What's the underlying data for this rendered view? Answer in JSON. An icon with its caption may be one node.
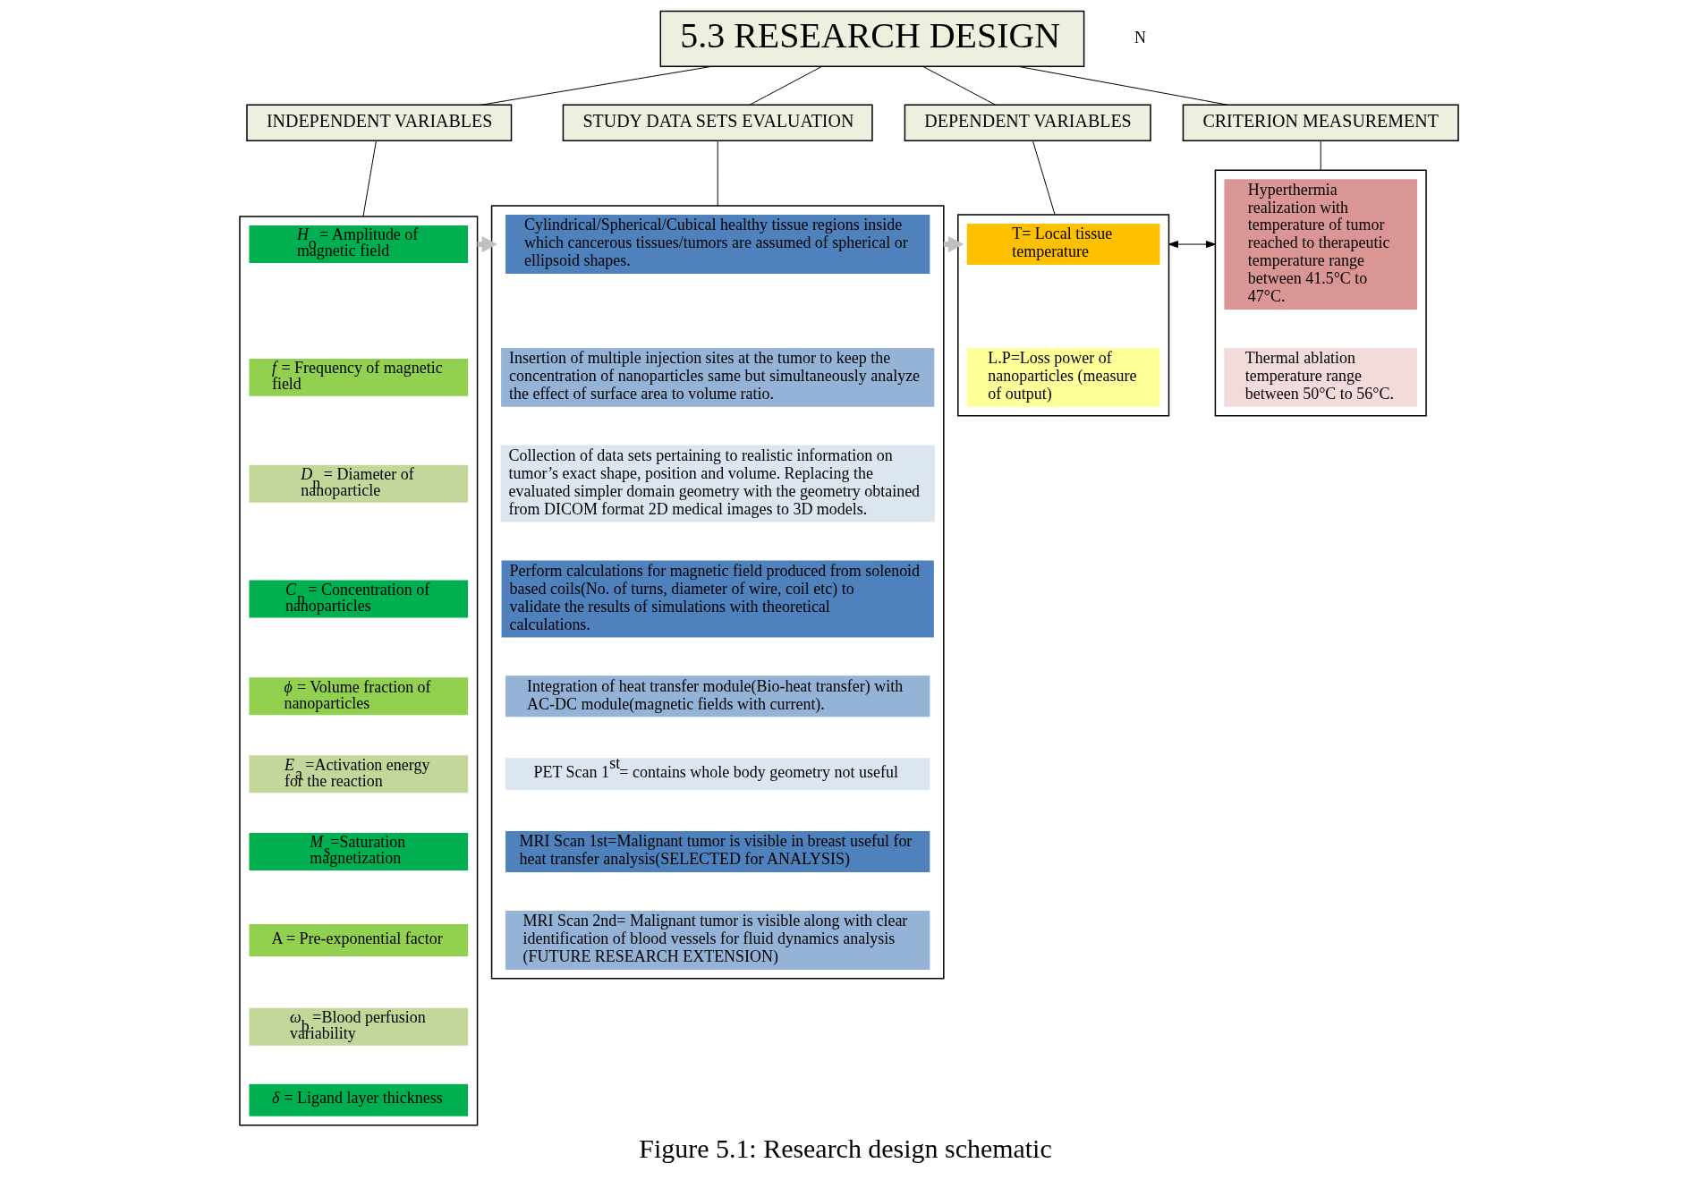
{
  "diagram": {
    "caption": "Figure 5.1: Research design schematic",
    "nodes": [
      {
        "text": [
          "5.3 RESEARCH DESIGN"
        ]
      },
      {
        "text": [
          "INDEPENDENT VARIABLES"
        ]
      },
      {
        "text": [
          "STUDY DATA SETS EVALUATION"
        ]
      },
      {
        "text": [
          "DEPENDENT VARIABLES"
        ]
      },
      {
        "text": [
          "CRITERION MEASUREMENT"
        ]
      },
      {
        "text": [],
        "shape": "box"
      },
      {
        "text": [
          "*H*$_{o}$ = Amplitude of magnetic field"
        ],
        "in": 5
      },
      {
        "text": [
          "*f* = Frequency of magnetic field"
        ],
        "in": 5
      },
      {
        "text": [
          "*D*$_{n}$ = Diameter of nanoparticle"
        ],
        "in": 5
      },
      {
        "text": [
          "*C*$_{n}$ = Concentration of nanoparticles"
        ],
        "in": 5
      },
      {
        "text": [
          "*ϕ* = Volume fraction of nanoparticles"
        ],
        "in": 5
      },
      {
        "text": [
          "*E*$_{a}$ =Activation energy for the reaction"
        ],
        "in": 5
      },
      {
        "text": [
          "*M*$_{s}$=Saturation magnetization"
        ],
        "in": 5
      },
      {
        "text": [
          "A = Pre-exponential factor"
        ],
        "in": 5
      },
      {
        "text": [
          "*ω*$_{b}$ =Blood perfusion variability"
        ],
        "in": 5
      },
      {
        "text": [
          "*δ* = Ligand layer thickness"
        ],
        "in": 5
      },
      {
        "text": [],
        "shape": "box"
      },
      {
        "text": [
          "Cylindrical/Spherical/Cubical healthy tissue regions inside which cancerous tissues/tumors are assumed of spherical or ellipsoid shapes."
        ],
        "in": 16
      },
      {
        "text": [
          "Insertion of multiple injection sites at the tumor to keep the concentration of nanoparticles same but simultaneously analyze the effect of surface area to volume ratio."
        ],
        "in": 16
      },
      {
        "text": [
          "Collection of data sets pertaining to realistic information on tumor’s exact shape, position and volume. Replacing the evaluated simpler domain geometry with the geometry obtained from DICOM format 2D medical images to 3D models."
        ],
        "in": 16
      },
      {
        "text": [
          "Perform calculations for magnetic field produced from solenoid based coils(No. of turns, diameter of wire, coil etc) to validate the results of simulations with theoretical calculations."
        ],
        "in": 16
      },
      {
        "text": [
          "Integration of heat transfer module(Bio-heat transfer) with AC-DC module(magnetic fields with current)."
        ],
        "in": 16
      },
      {
        "text": [
          "PET Scan 1$^{st}$= contains whole body geometry not useful"
        ],
        "in": 16
      },
      {
        "text": [
          "MRI Scan 1st=Malignant tumor is visible in breast useful for heat transfer analysis(SELECTED for ANALYSIS)"
        ],
        "in": 16
      },
      {
        "text": [
          "MRI Scan 2nd= Malignant tumor is visible along with clear identification of blood vessels for fluid dynamics analysis (FUTURE RESEARCH EXTENSION)"
        ],
        "in": 16
      },
      {
        "text": [],
        "shape": "box"
      },
      {
        "text": [
          "T= Local tissue temperature"
        ],
        "in": 25
      },
      {
        "text": [
          "L.P=Loss power of nanoparticles (measure of output)"
        ],
        "in": 25
      },
      {
        "text": [],
        "shape": "box"
      },
      {
        "text": [
          "Hyperthermia realization with temperature of tumor reached to therapeutic temperature range between 41.5°C to 47°C."
        ],
        "in": 28
      },
      {
        "text": [
          "Thermal ablation temperature range between 50°C to 56°C."
        ],
        "in": 28
      }
    ],
    "edges": [
      {
        "from": 0,
        "to": 1,
        "arrow": "none"
      },
      {
        "from": 0,
        "to": 2,
        "arrow": "none"
      },
      {
        "from": 0,
        "to": 3,
        "arrow": "none"
      },
      {
        "from": 0,
        "to": 4,
        "arrow": "none"
      },
      {
        "from": 1,
        "to": 5,
        "arrow": "none"
      },
      {
        "from": 2,
        "to": 16,
        "arrow": "none"
      },
      {
        "from": 3,
        "to": 25,
        "arrow": "none"
      },
      {
        "from": 4,
        "to": 28,
        "arrow": "none"
      },
      {
        "from": 5,
        "to": 16,
        "arrow": "to",
        "style": "thick",
        "color": "#c0c0c0"
      },
      {
        "from": 16,
        "to": 25,
        "arrow": "to",
        "style": "thick",
        "color": "#c0c0c0"
      },
      {
        "from": 25,
        "to": 28,
        "arrow": "both"
      }
    ],
    "labels": [
      "N"
    ]
  }
}
